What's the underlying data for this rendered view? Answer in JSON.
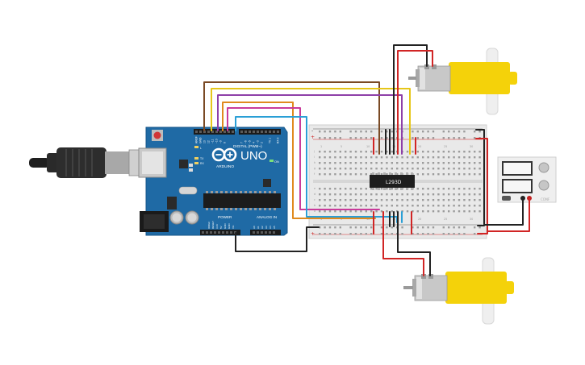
{
  "arduino": {
    "model": "UNO",
    "brand": "ARDUINO",
    "digital_label": "DIGITAL (PWM~)",
    "power_label": "POWER",
    "analog_label": "ANALOG IN",
    "on_label": "ON",
    "tx_label": "TX",
    "rx_label": "RX",
    "l_label": "L",
    "aref_label": "AREF",
    "gnd_label": "GND",
    "power_pins": [
      "IOREF",
      "RESET",
      "3.3V",
      "5V",
      "GND",
      "GND",
      "Vin"
    ],
    "analog_pins": [
      "A0",
      "A1",
      "A2",
      "A3",
      "A4",
      "A5"
    ],
    "digital_pins": [
      "13",
      "12",
      "~11",
      "~10",
      "~9",
      "8",
      "7",
      "~6",
      "~5",
      "4",
      "~3",
      "2",
      "TX 1",
      "RX 0"
    ]
  },
  "chip": {
    "label": "L293D"
  },
  "breadboard": {
    "columns_top": [
      "1",
      "5",
      "10",
      "15",
      "20",
      "25",
      "30"
    ],
    "rows": [
      "j",
      "i",
      "h",
      "g",
      "f",
      "e",
      "d",
      "c",
      "b",
      "a"
    ],
    "rail_plus": "+",
    "rail_minus": "-"
  },
  "power_supply": {
    "brand_label": "CONF"
  },
  "colors": {
    "board_blue": "#1f6aa5",
    "motor_yellow": "#f4d20a",
    "wire_red": "#d12525",
    "wire_black": "#222222",
    "wire_orange": "#e08a1e",
    "wire_yellow": "#e6c619",
    "wire_purple": "#8e3fa8",
    "wire_pink": "#c93a9a",
    "wire_blue": "#2a9fd6",
    "wire_brown": "#7a4a25"
  }
}
